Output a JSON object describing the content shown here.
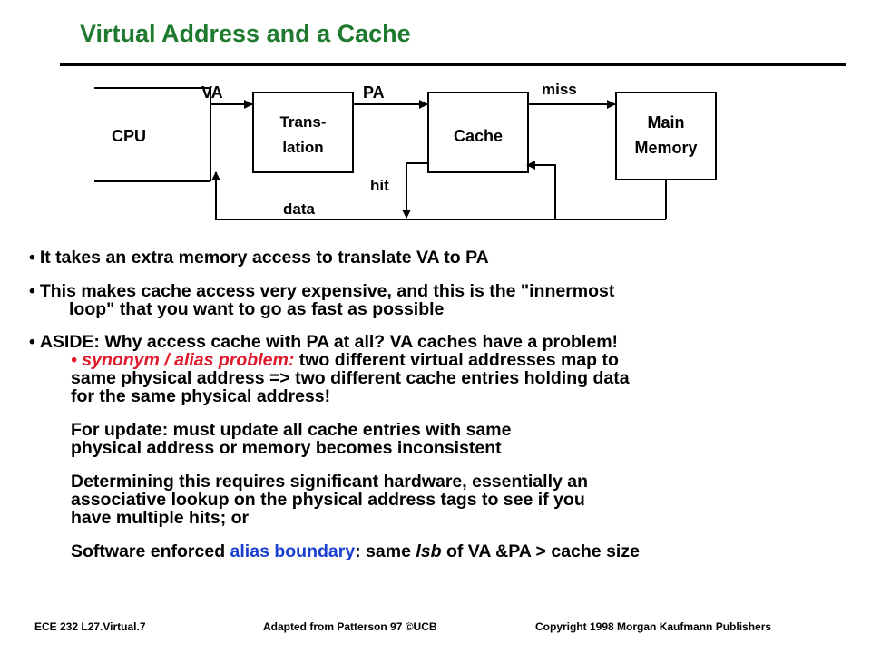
{
  "title": "Virtual Address and a Cache",
  "diagram": {
    "cpu": "CPU",
    "translation_1": "Trans-",
    "translation_2": "lation",
    "cache": "Cache",
    "memory_1": "Main",
    "memory_2": "Memory",
    "va": "VA",
    "pa": "PA",
    "miss": "miss",
    "hit": "hit",
    "data": "data"
  },
  "bullets": {
    "b1": "It takes an extra  memory access to translate VA to PA",
    "b2_l1": "This makes cache access very expensive, and this is the \"innermost",
    "b2_l2": "loop\" that you want to go as fast as possible",
    "b3": "ASIDE:  Why access cache with PA at all?  VA caches have a problem!",
    "sub_term": "synonym  / alias problem:",
    "sub_l1_rest": "  two different virtual addresses map to",
    "sub_l2": "same physical address  =>  two different cache entries holding data",
    "sub_l3": "for the same physical address!",
    "update_l1": "For update:  must update all cache entries with same",
    "update_l2": "physical address or memory becomes inconsistent",
    "determ_l1": "Determining this requires significant hardware, essentially an",
    "determ_l2": "associative lookup on the physical address tags to see if you",
    "determ_l3": "have multiple hits; or",
    "sw_pre": "Software enforced ",
    "sw_term": "alias boundary",
    "sw_mid": ": same ",
    "sw_lsb": "lsb",
    "sw_post": " of VA &PA > cache size"
  },
  "footer": {
    "left": "ECE 232  L27.Virtual.7",
    "center": "Adapted  from  Patterson  97 ©UCB",
    "right": "Copyright  1998 Morgan Kaufmann  Publishers"
  },
  "colors": {
    "title": "#1e7a2e",
    "alias_term": "#e0182a",
    "alias_boundary": "#1a3fcf"
  }
}
